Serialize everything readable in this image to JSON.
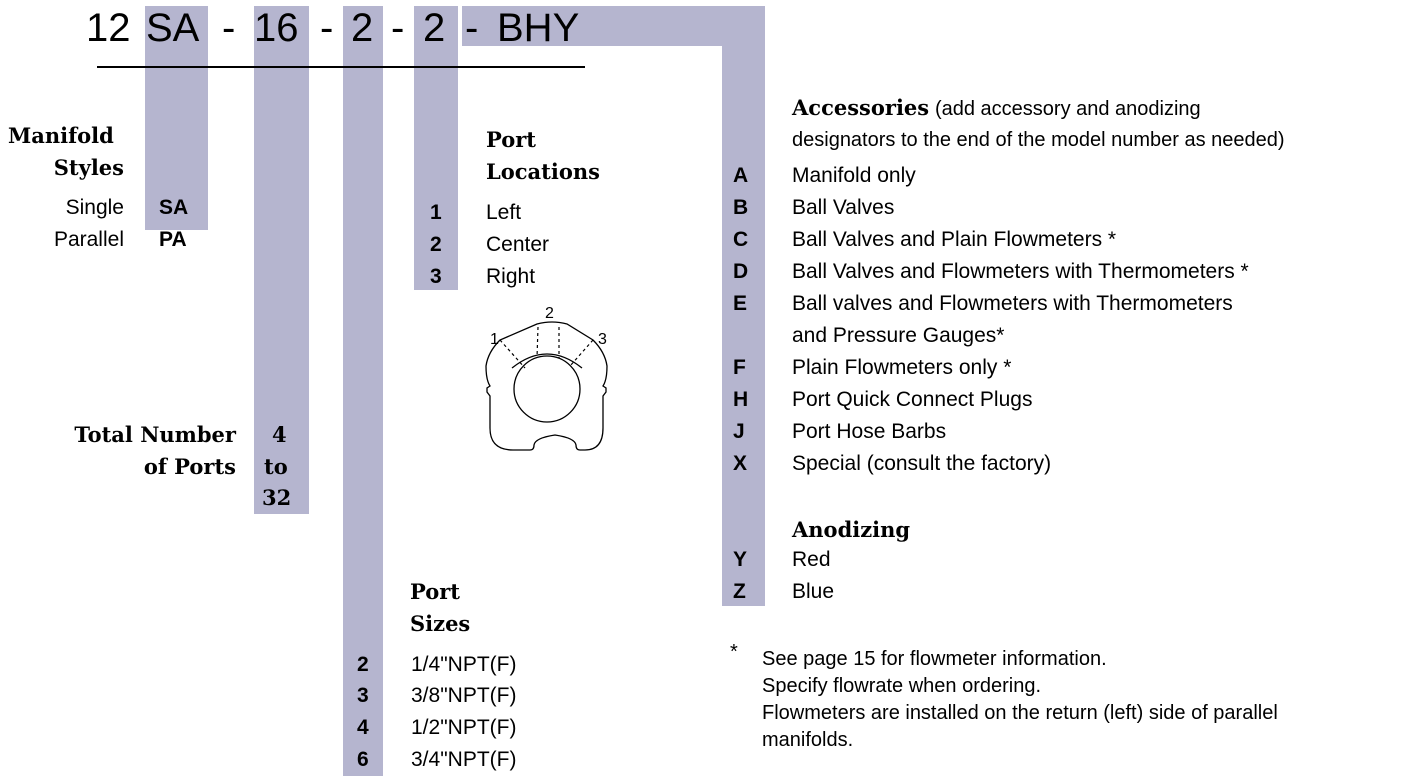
{
  "model": {
    "prefix": "12",
    "style": "SA",
    "ports": "16",
    "size": "2",
    "location": "2",
    "accessories": "BHY",
    "separator": "-"
  },
  "manifold_styles": {
    "heading_line1": "Manifold",
    "heading_line2": "Styles",
    "items": [
      {
        "label": "Single",
        "code": "SA"
      },
      {
        "label": "Parallel",
        "code": "PA"
      }
    ]
  },
  "total_ports": {
    "heading_line1": "Total Number",
    "heading_line2": "of Ports",
    "range_line1": "4",
    "range_line2": "to",
    "range_line3": "32"
  },
  "port_sizes": {
    "heading_line1": "Port",
    "heading_line2": "Sizes",
    "items": [
      {
        "code": "2",
        "label": "1/4\"NPT(F)"
      },
      {
        "code": "3",
        "label": "3/8\"NPT(F)"
      },
      {
        "code": "4",
        "label": "1/2\"NPT(F)"
      },
      {
        "code": "6",
        "label": "3/4\"NPT(F)"
      }
    ]
  },
  "port_locations": {
    "heading_line1": "Port",
    "heading_line2": "Locations",
    "items": [
      {
        "code": "1",
        "label": "Left"
      },
      {
        "code": "2",
        "label": "Center"
      },
      {
        "code": "3",
        "label": "Right"
      }
    ],
    "diagram_labels": [
      "1",
      "2",
      "3"
    ]
  },
  "accessories": {
    "heading": "Accessories",
    "note_line1": "(add accessory and anodizing",
    "note_line2": "designators to the end of the model number as needed)",
    "items": [
      {
        "code": "A",
        "label": "Manifold only"
      },
      {
        "code": "B",
        "label": "Ball Valves"
      },
      {
        "code": "C",
        "label": "Ball Valves and Plain Flowmeters *"
      },
      {
        "code": "D",
        "label": "Ball Valves and Flowmeters with Thermometers *"
      },
      {
        "code": "E",
        "label": "Ball valves and Flowmeters with Thermometers"
      },
      {
        "code": "",
        "label": "and Pressure Gauges*"
      },
      {
        "code": "F",
        "label": "Plain Flowmeters only *"
      },
      {
        "code": "H",
        "label": "Port Quick Connect Plugs"
      },
      {
        "code": "J",
        "label": "Port Hose Barbs"
      },
      {
        "code": "X",
        "label": "Special (consult the factory)"
      }
    ]
  },
  "anodizing": {
    "heading": "Anodizing",
    "items": [
      {
        "code": "Y",
        "label": "Red"
      },
      {
        "code": "Z",
        "label": "Blue"
      }
    ]
  },
  "footnote": {
    "mark": "*",
    "lines": [
      "See page 15 for flowmeter information.",
      "Specify flowrate when ordering.",
      "Flowmeters are installed on the return (left) side of parallel",
      "manifolds."
    ]
  },
  "colors": {
    "band": "#b5b5cf"
  }
}
